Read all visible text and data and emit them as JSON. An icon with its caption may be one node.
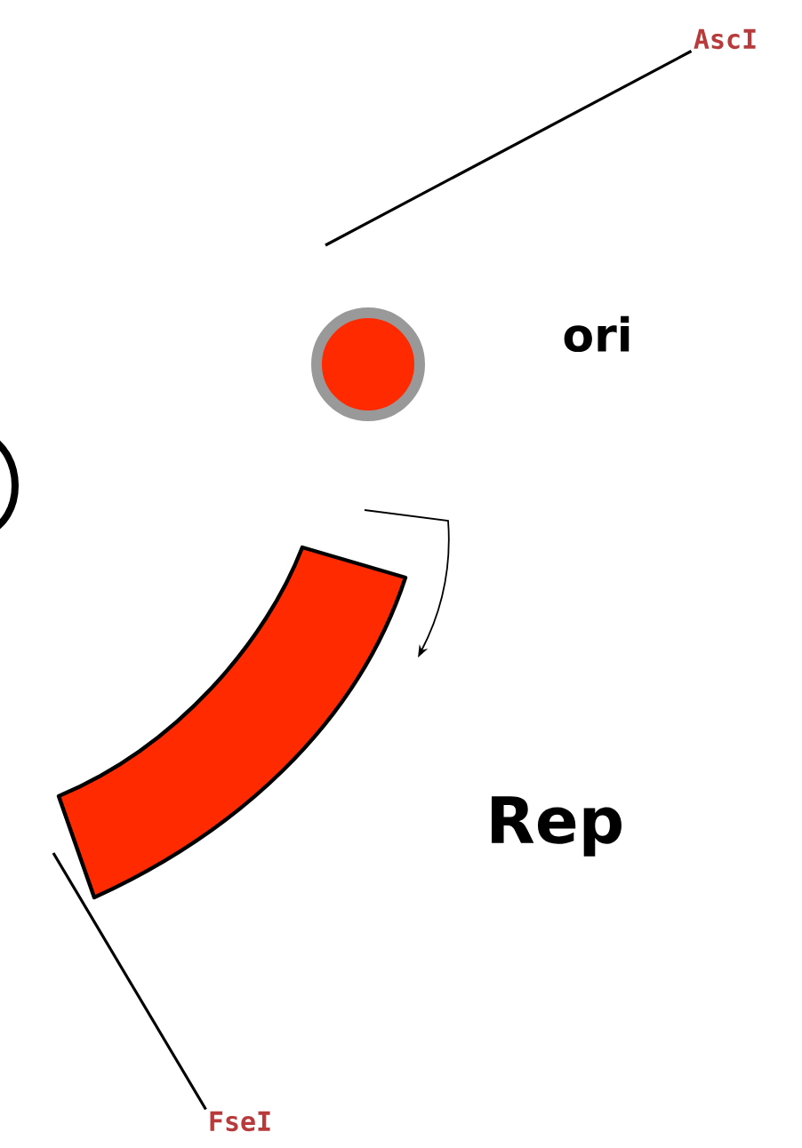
{
  "diagram": {
    "nodes": [
      {
        "text": [
          "AscI"
        ]
      },
      {
        "text": [],
        "shape": "circle",
        "beside": [
          "ori"
        ]
      },
      {
        "text": [],
        "shape": "bar",
        "beside": [
          "Rep"
        ]
      },
      {
        "text": [
          "FseI"
        ]
      }
    ],
    "edges": [
      {
        "from": 0,
        "to": null,
        "arrow": "none"
      },
      {
        "from": 3,
        "to": null,
        "arrow": "none"
      }
    ]
  }
}
